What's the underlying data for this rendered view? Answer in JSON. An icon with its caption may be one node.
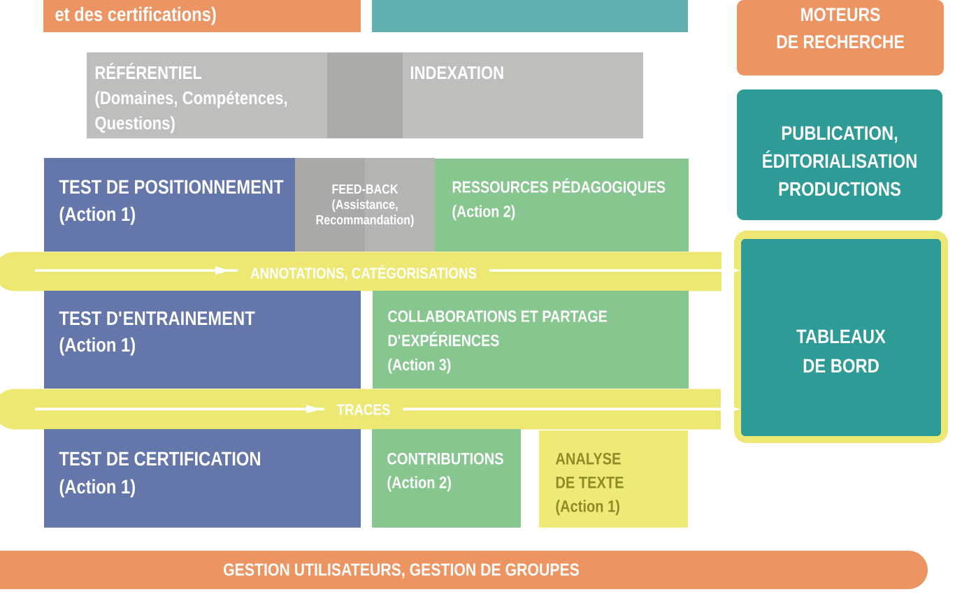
{
  "diagram": {
    "nodes": [
      {
        "text": [
          "et des certifications)"
        ]
      },
      {
        "text": [],
        "shape": "box"
      },
      {
        "text": [
          "MOTEURS DE RECHERCHE"
        ]
      },
      {
        "text": [
          "RÉFÉRENTIEL",
          "(Domaines, Compétences, Questions)"
        ]
      },
      {
        "text": [
          "INDEXATION"
        ]
      },
      {
        "text": [
          "PUBLICATION, ÉDITORIALISATION PRODUCTIONS"
        ]
      },
      {
        "text": [
          "TEST DE POSITIONNEMENT",
          "(Action 1)"
        ]
      },
      {
        "text": [
          "FEED-BACK",
          "(Assistance, Recommandation)"
        ]
      },
      {
        "text": [
          "RESSOURCES PÉDAGOGIQUES",
          "(Action 2)"
        ]
      },
      {
        "text": [
          "TABLEAUX DE BORD"
        ]
      },
      {
        "text": [
          "TEST D'ENTRAINEMENT",
          "(Action 1)"
        ]
      },
      {
        "text": [
          "COLLABORATIONS ET PARTAGE D'EXPÉRIENCES",
          "(Action 3)"
        ]
      },
      {
        "text": [
          "TEST DE CERTIFICATION",
          "(Action 1)"
        ]
      },
      {
        "text": [
          "CONTRIBUTIONS",
          "(Action 2)"
        ]
      },
      {
        "text": [
          "ANALYSE DE TEXTE",
          "(Action 1)"
        ]
      },
      {
        "text": [
          "GESTION UTILISATEURS, GESTION DE GROUPES"
        ]
      }
    ],
    "edges": [
      {
        "from": null,
        "to": 9,
        "arrow": "to",
        "label": "ANNOTATIONS, CATÉGORISATIONS"
      },
      {
        "from": null,
        "to": 9,
        "arrow": "to",
        "label": "TRACES"
      }
    ]
  }
}
